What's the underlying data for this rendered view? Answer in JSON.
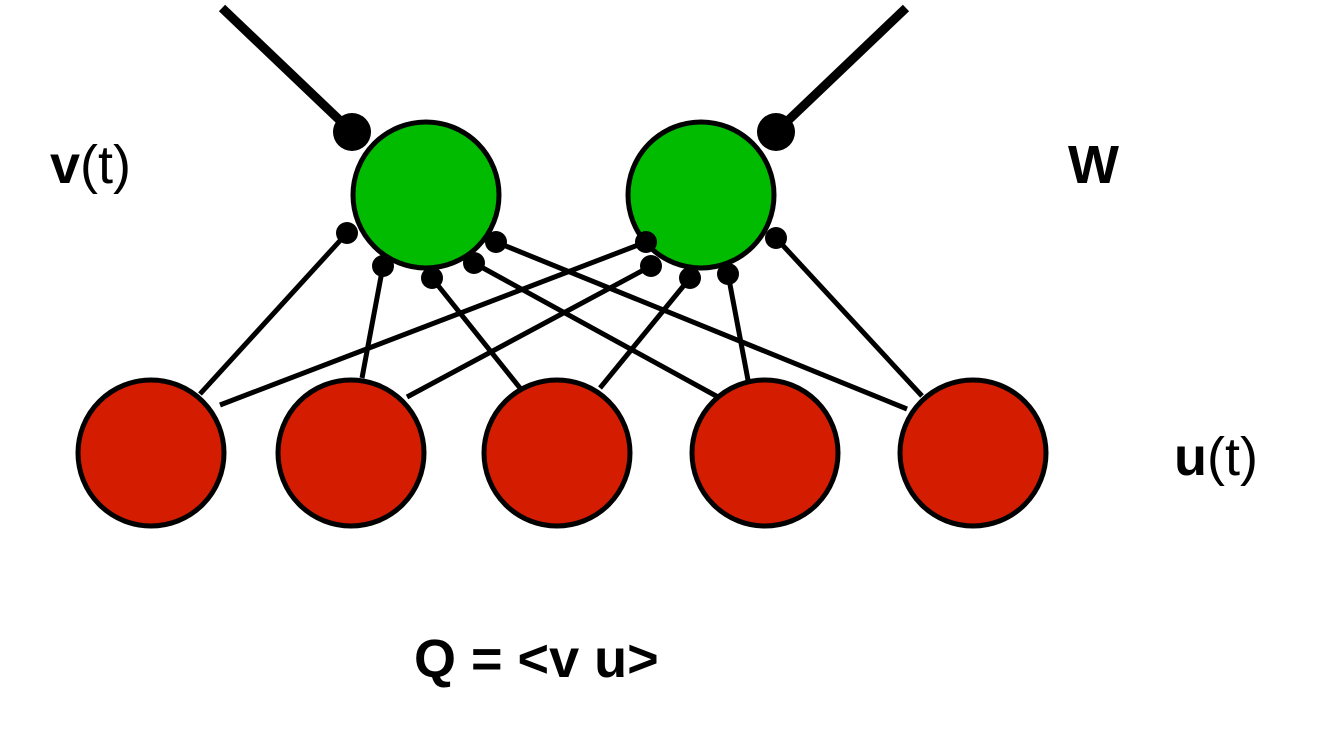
{
  "labels": {
    "output_symbol": "v",
    "output_arg": "(t)",
    "input_symbol": "u",
    "input_arg": "(t)",
    "weight_symbol": "W",
    "formula": "Q = <v u>"
  },
  "colors": {
    "output_neuron": "#00bb00",
    "input_neuron": "#d41c00",
    "stroke": "#000000"
  },
  "network": {
    "output_neurons": 2,
    "input_neurons": 5,
    "connectivity": "all-to-all"
  }
}
